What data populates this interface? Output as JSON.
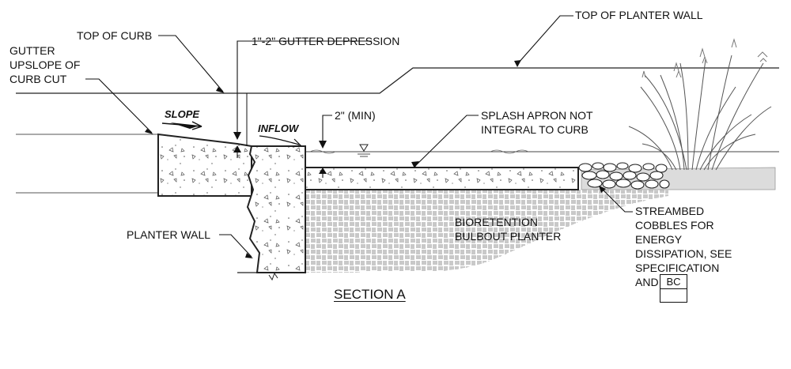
{
  "labels": {
    "top_of_planter_wall": "TOP OF PLANTER WALL",
    "top_of_curb": "TOP OF CURB",
    "gutter_depression": "1\"-2\" GUTTER DEPRESSION",
    "gutter_upslope_1": "GUTTER",
    "gutter_upslope_2": "UPSLOPE OF",
    "gutter_upslope_3": "CURB CUT",
    "slope": "SLOPE",
    "inflow": "INFLOW",
    "min_depth": "2\" (MIN)",
    "splash_apron_1": "SPLASH APRON NOT",
    "splash_apron_2": "INTEGRAL TO CURB",
    "planter_wall": "PLANTER WALL",
    "bioretention_1": "BIORETENTION",
    "bioretention_2": "BULBOUT PLANTER",
    "streambed_1": "STREAMBED",
    "streambed_2": "COBBLES FOR",
    "streambed_3": "ENERGY",
    "streambed_4": "DISSIPATION, SEE",
    "streambed_5": "SPECIFICATION",
    "streambed_6": "AND",
    "ref_code": "BC",
    "section_title": "SECTION A"
  }
}
